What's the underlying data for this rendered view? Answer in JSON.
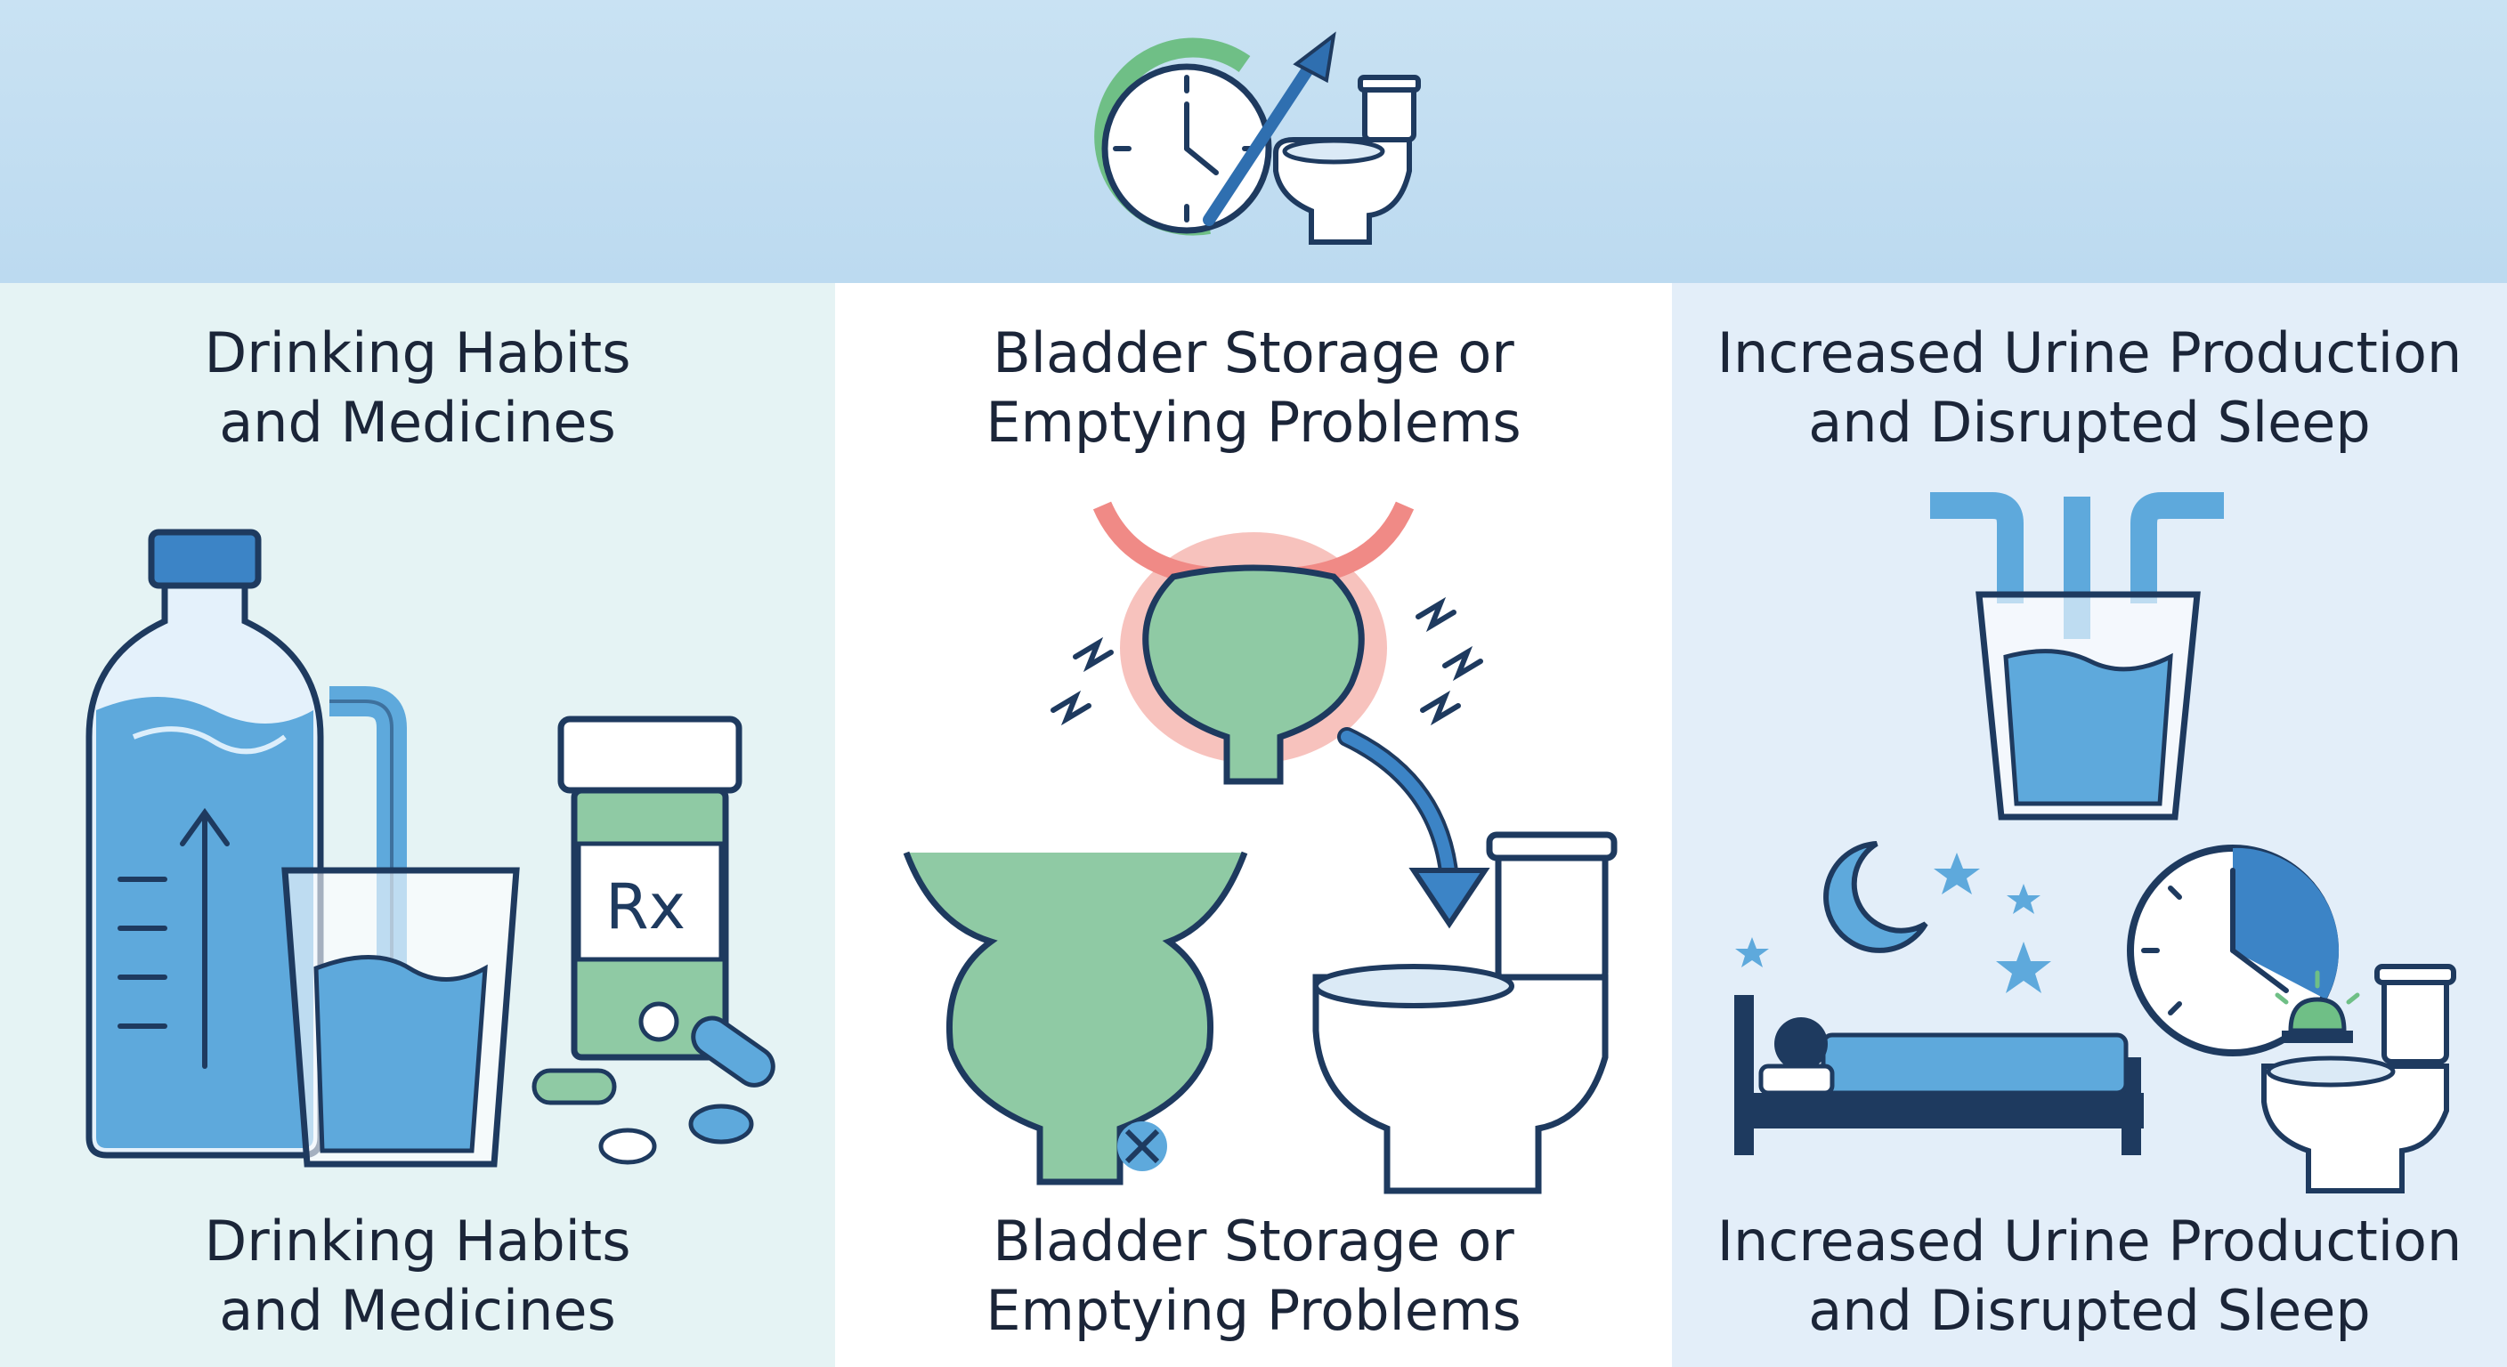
{
  "header": {
    "icon": "clock-arrow-toilet-icon"
  },
  "panels": [
    {
      "title_top": "Drinking Habits\nand Medicines",
      "title_bottom": "Drinking Habits\nand Medicines",
      "icon": "water-bottle-glass-pills-icon",
      "rx_label": "Rx"
    },
    {
      "title_top": "Bladder Storage or\nEmptying Problems",
      "title_bottom": "Bladder Storage or\nEmptying Problems",
      "icon": "bladder-toilet-icon"
    },
    {
      "title_top": "Increased Urine Production\nand Disrupted Sleep",
      "title_bottom": "Increased Urine Production\nand Disrupted Sleep",
      "icon": "glass-bed-clock-toilet-icon"
    }
  ],
  "colors": {
    "banner": "#bcdaf0",
    "panel_left": "#e5f3f4",
    "panel_middle": "#ffffff",
    "panel_right": "#e3eef9",
    "outline": "#1e3a5f",
    "water_blue": "#5ea9dc",
    "bladder_green": "#8fcaa4",
    "irritation_red": "#f08a86"
  }
}
